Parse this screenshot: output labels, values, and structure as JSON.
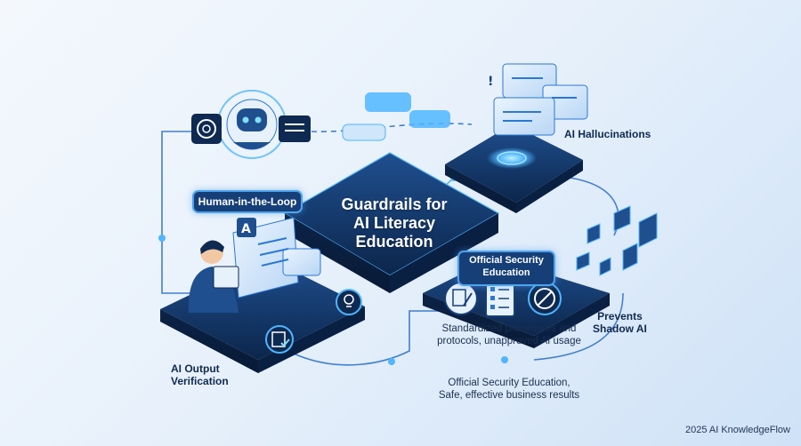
{
  "center": {
    "title_line1": "Guardrails for",
    "title_line2": "AI Literacy",
    "title_line3": "Education"
  },
  "labels": {
    "hitl": "Human-in-the-Loop",
    "hallucinations": "AI Hallucinations",
    "verification_line1": "AI Output",
    "verification_line2": "Verification",
    "shadow_line1": "Prevents",
    "shadow_line2": "Shadow AI",
    "security_line1": "Official Security",
    "security_line2": "Education",
    "protocols_line1": "Standardized procedures and",
    "protocols_line2": "protocols, unapproved AI usage",
    "results_line1": "Official Security Education,",
    "results_line2": "Safe, effective business results"
  },
  "credit": "2025 AI KnowledgeFlow",
  "colors": {
    "navy": "#163f78",
    "deep": "#0e2a52",
    "glow": "#4fb6ff",
    "accent": "#2a78d6"
  },
  "icons": [
    "chatgpt-logo-icon",
    "robot-icon",
    "chat-bubble-icon",
    "person-tablet-icon",
    "document-check-icon",
    "lightbulb-icon",
    "warning-icon",
    "clipboard-checklist-icon",
    "no-ai-icon",
    "pen-notepad-icon"
  ]
}
